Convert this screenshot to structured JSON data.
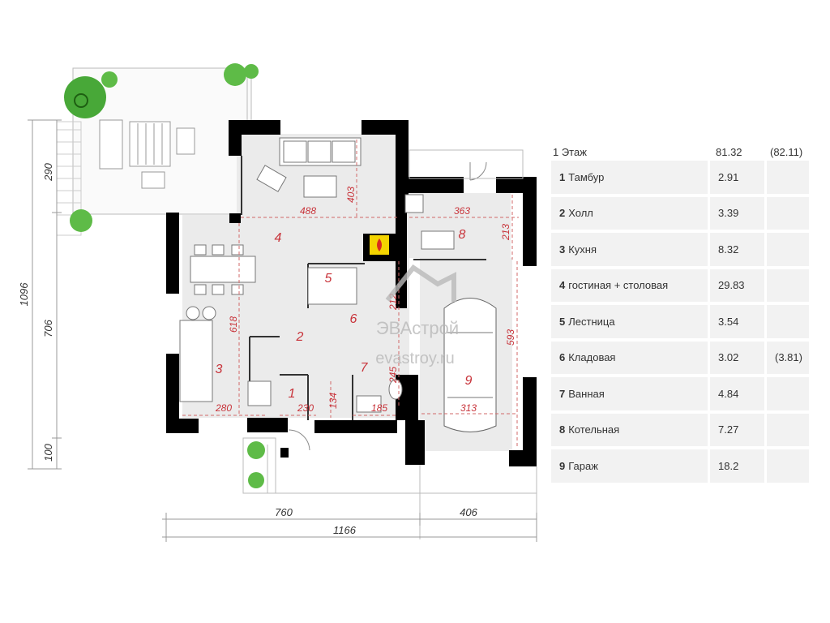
{
  "plan": {
    "rooms": [
      {
        "num": "1"
      },
      {
        "num": "2"
      },
      {
        "num": "3"
      },
      {
        "num": "4"
      },
      {
        "num": "5"
      },
      {
        "num": "6"
      },
      {
        "num": "7"
      },
      {
        "num": "8"
      },
      {
        "num": "9"
      }
    ],
    "outer_dims": {
      "v_total": "1096",
      "v_top": "290",
      "v_mid": "706",
      "v_bottom": "100",
      "h_left": "760",
      "h_right": "406",
      "h_total": "1166"
    },
    "room_dims": {
      "d488": "488",
      "d403": "403",
      "d363": "363",
      "d213": "213",
      "d618": "618",
      "d212": "212",
      "d593": "593",
      "d245": "245",
      "d280": "280",
      "d230": "230",
      "d134": "134",
      "d185": "185",
      "d313": "313"
    },
    "watermark": {
      "brand": "ЭВАстрой",
      "site": "evastroy.ru"
    }
  },
  "areas": {
    "header": {
      "label": "1 Этаж",
      "total": "81.32",
      "total_ext": "(82.11)"
    },
    "rows": [
      {
        "num": "1",
        "name": "Тамбур",
        "area": "2.91",
        "ext": ""
      },
      {
        "num": "2",
        "name": "Холл",
        "area": "3.39",
        "ext": ""
      },
      {
        "num": "3",
        "name": "Кухня",
        "area": "8.32",
        "ext": ""
      },
      {
        "num": "4",
        "name": "гостиная + столовая",
        "area": "29.83",
        "ext": ""
      },
      {
        "num": "5",
        "name": "Лестница",
        "area": "3.54",
        "ext": ""
      },
      {
        "num": "6",
        "name": "Кладовая",
        "area": "3.02",
        "ext": "(3.81)"
      },
      {
        "num": "7",
        "name": "Ванная",
        "area": "4.84",
        "ext": ""
      },
      {
        "num": "8",
        "name": "Котельная",
        "area": "7.27",
        "ext": ""
      },
      {
        "num": "9",
        "name": "Гараж",
        "area": "18.2",
        "ext": ""
      }
    ]
  }
}
